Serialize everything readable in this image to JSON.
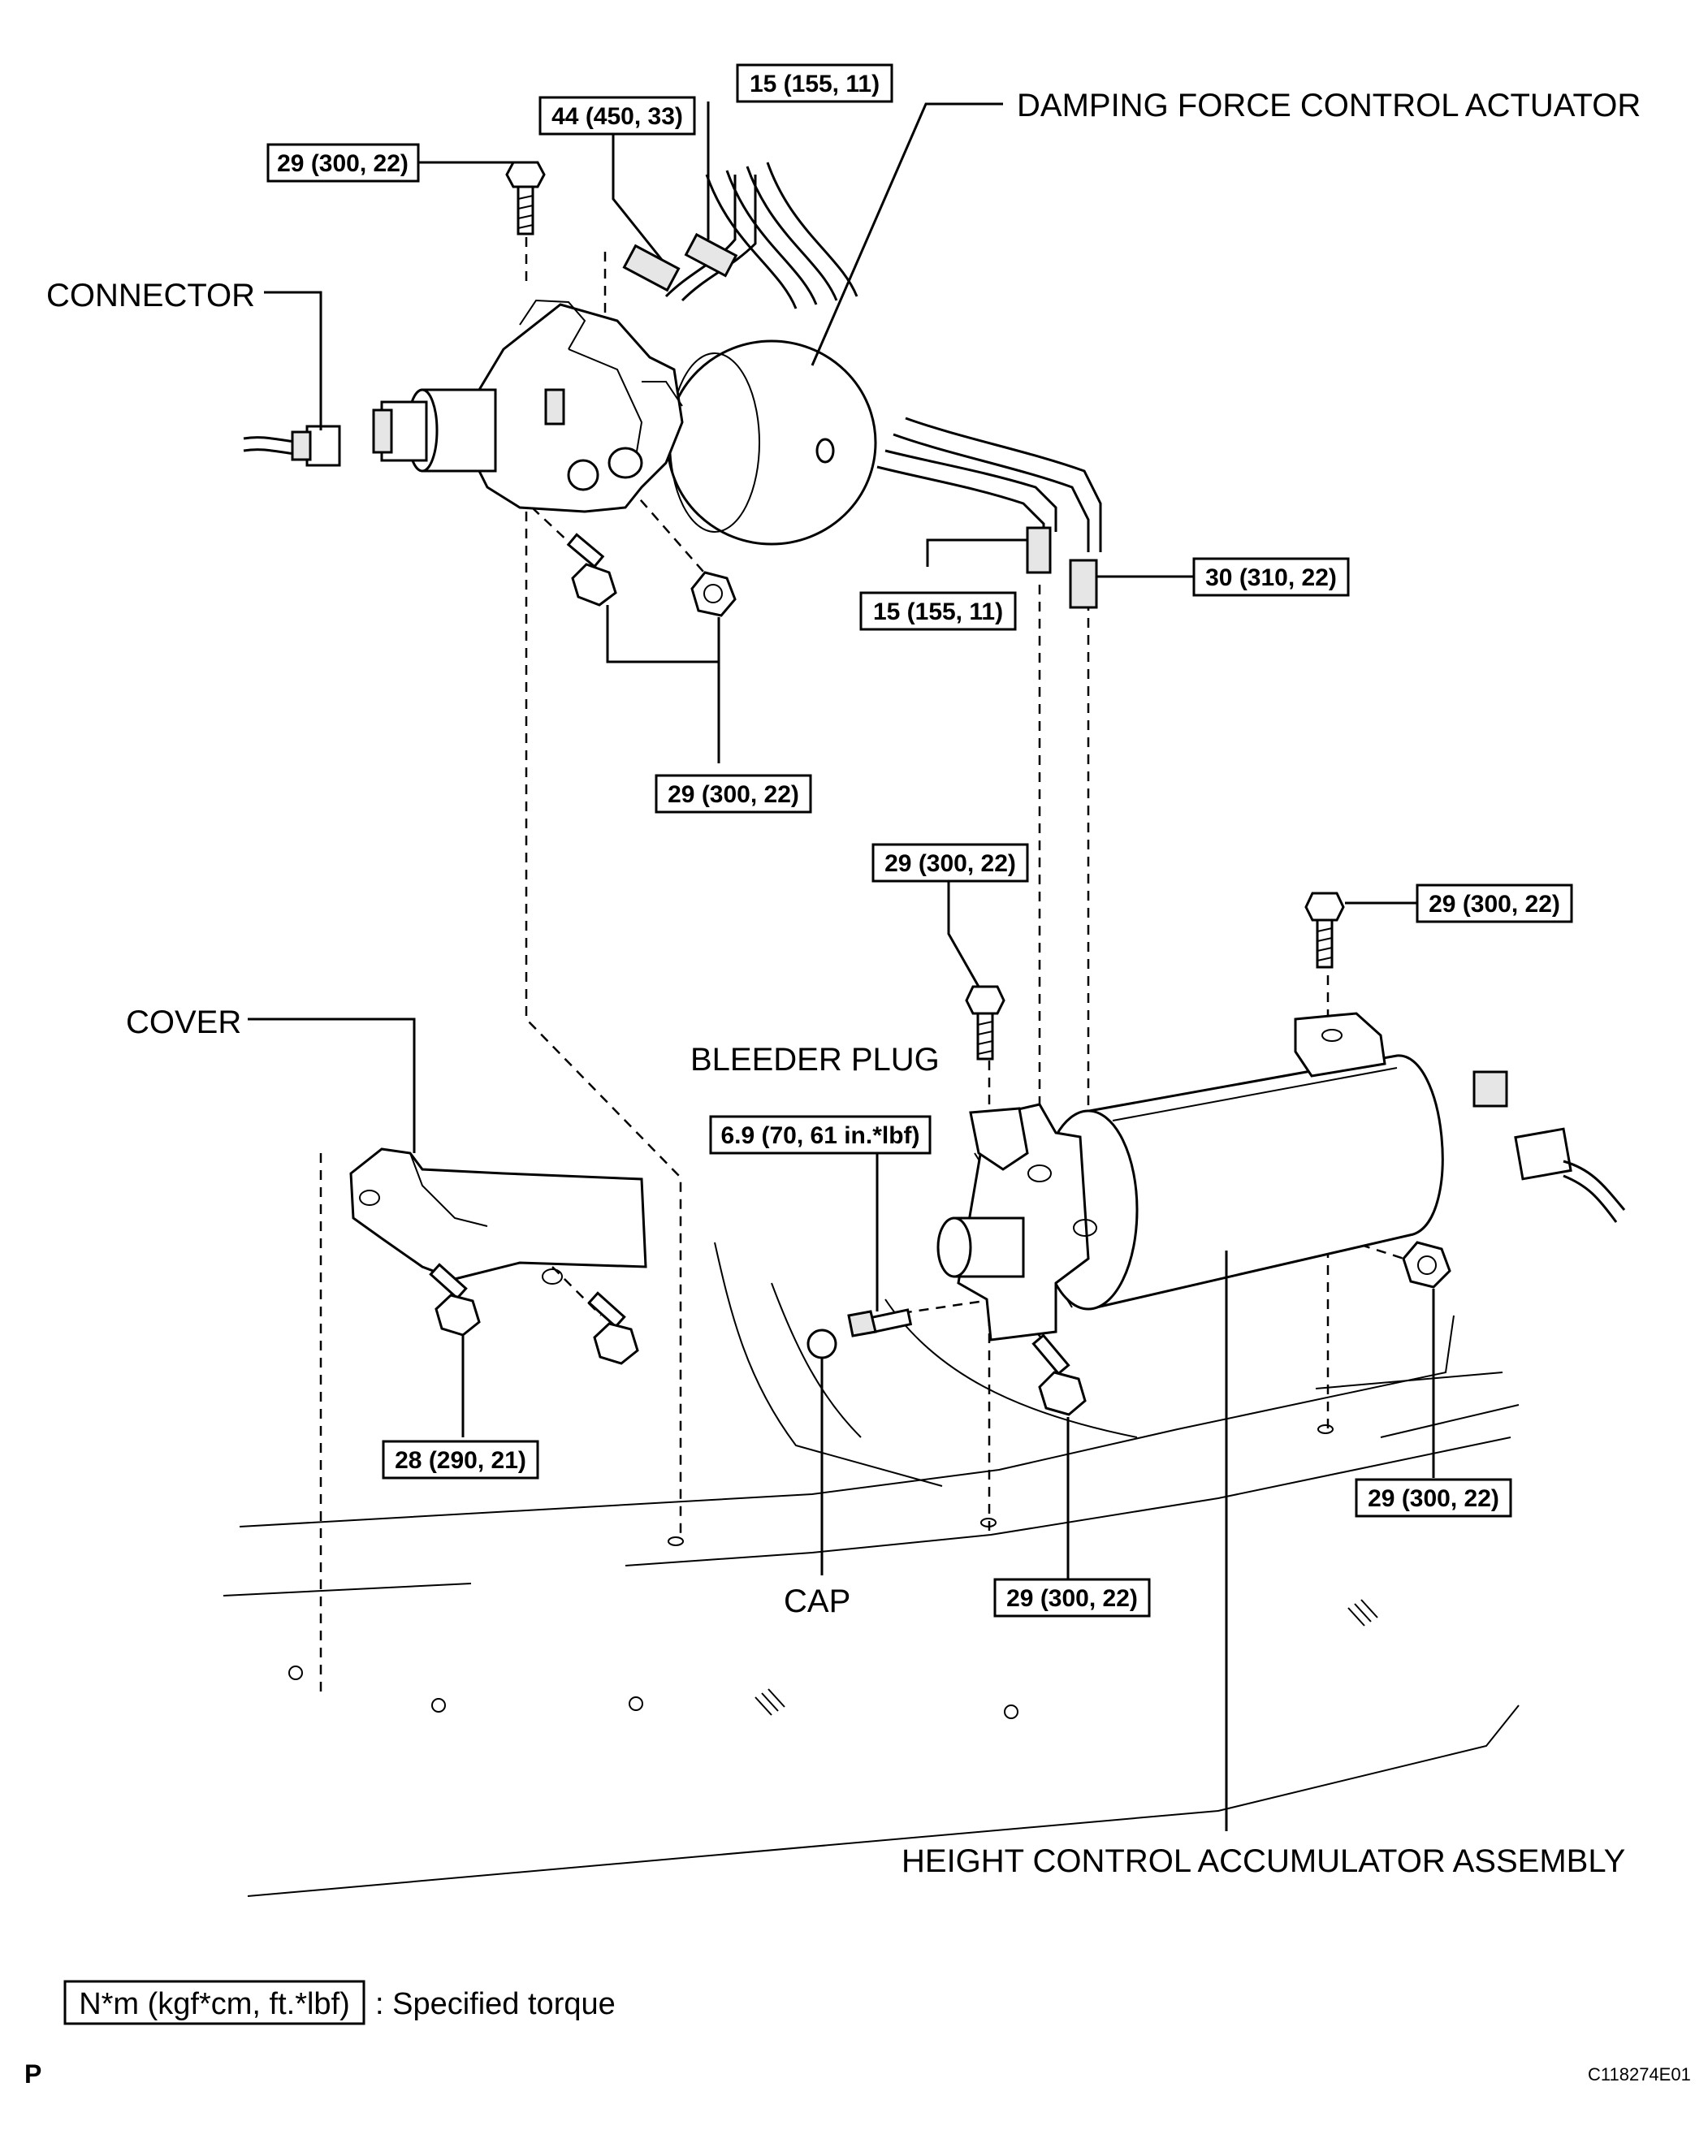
{
  "labels": {
    "damping_actuator": "DAMPING FORCE CONTROL ACTUATOR",
    "connector": "CONNECTOR",
    "cover": "COVER",
    "bleeder_plug": "BLEEDER PLUG",
    "cap": "CAP",
    "height_accumulator": "HEIGHT CONTROL ACCUMULATOR ASSEMBLY"
  },
  "torques": {
    "t_top_pipe": "15 (155, 11)",
    "t_union": "44 (450, 33)",
    "t_actuator_bolt_top": "29 (300, 22)",
    "t_actuator_bottom": "29 (300, 22)",
    "t_pipe_left": "15 (155, 11)",
    "t_pipe_right": "30 (310, 22)",
    "t_bracket_bolt": "29 (300, 22)",
    "t_accum_top_bolt": "29 (300, 22)",
    "t_bleeder": "6.9 (70, 61 in.*lbf)",
    "t_cover": "28 (290, 21)",
    "t_accum_bottom_bolt": "29 (300, 22)",
    "t_accum_nut": "29 (300, 22)"
  },
  "legend": {
    "box_text": "N*m (kgf*cm, ft.*lbf)",
    "desc": ": Specified torque"
  },
  "footer": {
    "page_mark": "P",
    "code": "C118274E01"
  }
}
